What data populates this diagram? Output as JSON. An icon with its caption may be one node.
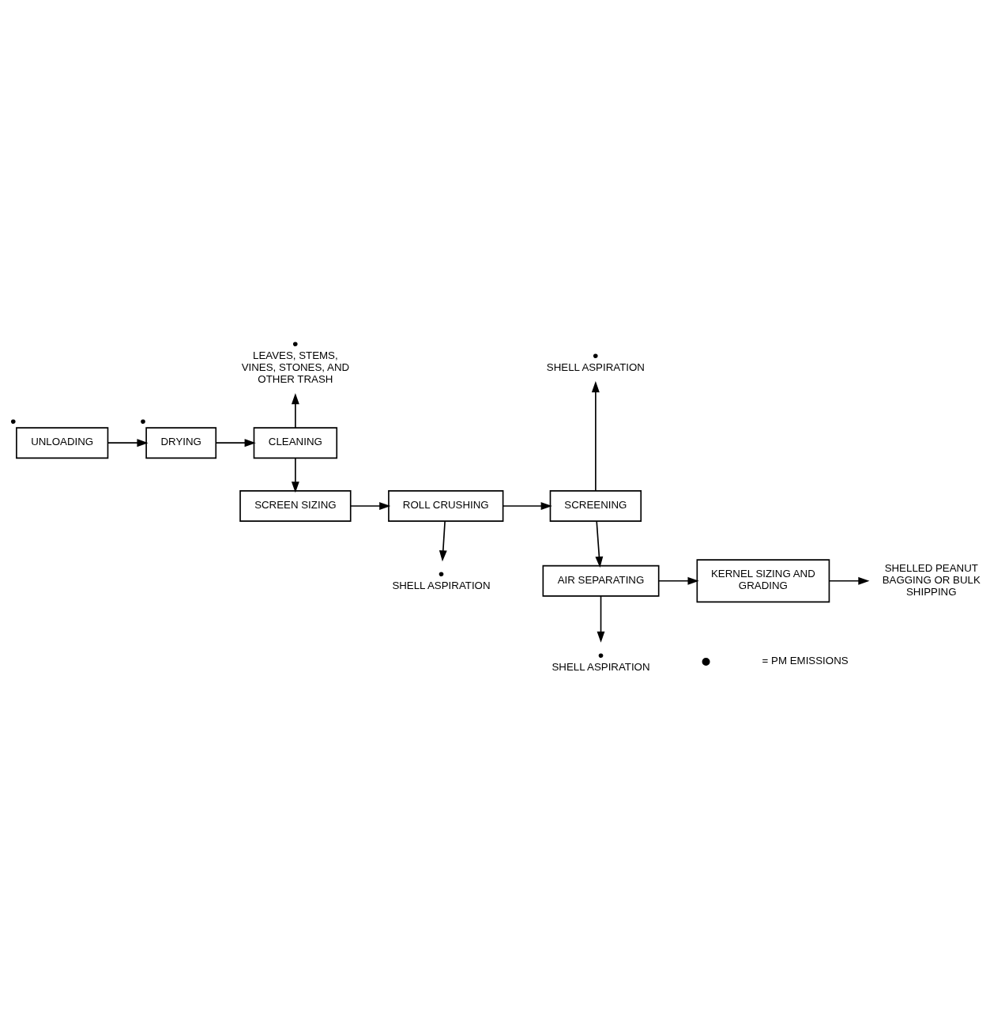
{
  "diagram": {
    "nodes": [
      {
        "text": [
          "UNLOADING"
        ],
        "beside": [
          "●"
        ]
      },
      {
        "text": [
          "DRYING"
        ],
        "beside": [
          "●"
        ]
      },
      {
        "text": [
          "CLEANING"
        ]
      },
      {
        "text": [
          "LEAVES, STEMS, VINES, STONES, AND OTHER TRASH"
        ],
        "beside": [
          "●"
        ]
      },
      {
        "text": [
          "SCREEN SIZING"
        ]
      },
      {
        "text": [
          "ROLL CRUSHING"
        ]
      },
      {
        "text": [
          "SCREENING"
        ]
      },
      {
        "text": [
          "SHELL ASPIRATION"
        ],
        "beside": [
          "●"
        ]
      },
      {
        "text": [
          "SHELL ASPIRATION"
        ],
        "beside": [
          "●"
        ]
      },
      {
        "text": [
          "AIR SEPARATING"
        ]
      },
      {
        "text": [
          "KERNEL SIZING AND GRADING"
        ]
      },
      {
        "text": [
          "SHELLED PEANUT BAGGING OR BULK SHIPPING"
        ]
      },
      {
        "text": [
          "SHELL ASPIRATION"
        ],
        "beside": [
          "●"
        ]
      }
    ],
    "edges": [
      {
        "from": 0,
        "to": 1,
        "arrow": "to"
      },
      {
        "from": 1,
        "to": 2,
        "arrow": "to"
      },
      {
        "from": 2,
        "to": 3,
        "arrow": "to"
      },
      {
        "from": 2,
        "to": 4,
        "arrow": "to"
      },
      {
        "from": 4,
        "to": 5,
        "arrow": "to"
      },
      {
        "from": 5,
        "to": 6,
        "arrow": "to"
      },
      {
        "from": 6,
        "to": 7,
        "arrow": "to"
      },
      {
        "from": 5,
        "to": 8,
        "arrow": "to"
      },
      {
        "from": 6,
        "to": 9,
        "arrow": "to"
      },
      {
        "from": 9,
        "to": 10,
        "arrow": "to"
      },
      {
        "from": 10,
        "to": 11,
        "arrow": "to"
      },
      {
        "from": 9,
        "to": 12,
        "arrow": "to"
      }
    ],
    "legend": [
      {
        "text": "= PM EMISSIONS"
      }
    ]
  }
}
